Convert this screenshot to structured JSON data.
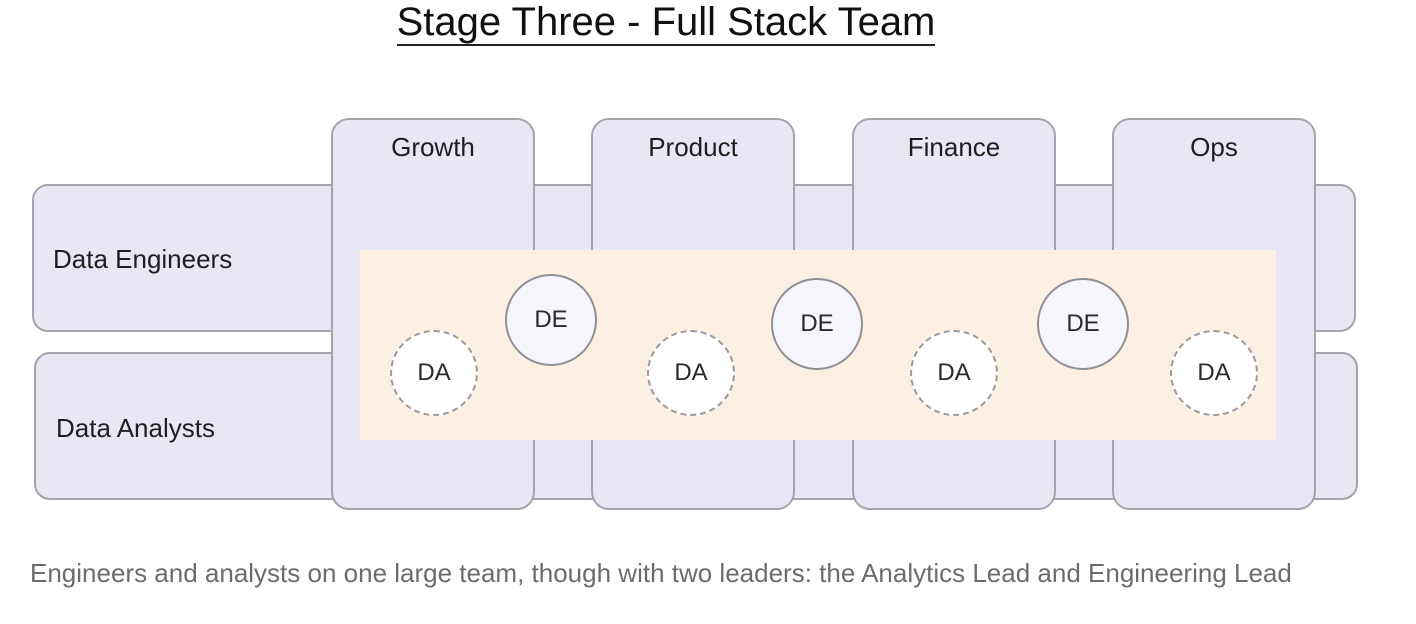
{
  "title": "Stage Three - Full Stack Team",
  "rows": [
    {
      "label": "Data Engineers"
    },
    {
      "label": "Data Analysts"
    }
  ],
  "columns": [
    {
      "label": "Growth"
    },
    {
      "label": "Product"
    },
    {
      "label": "Finance"
    },
    {
      "label": "Ops"
    }
  ],
  "nodes": {
    "de": [
      "DE",
      "DE",
      "DE"
    ],
    "da": [
      "DA",
      "DA",
      "DA",
      "DA"
    ]
  },
  "caption": "Engineers and analysts on one large team, though with two leaders: the Analytics Lead and Engineering Lead"
}
